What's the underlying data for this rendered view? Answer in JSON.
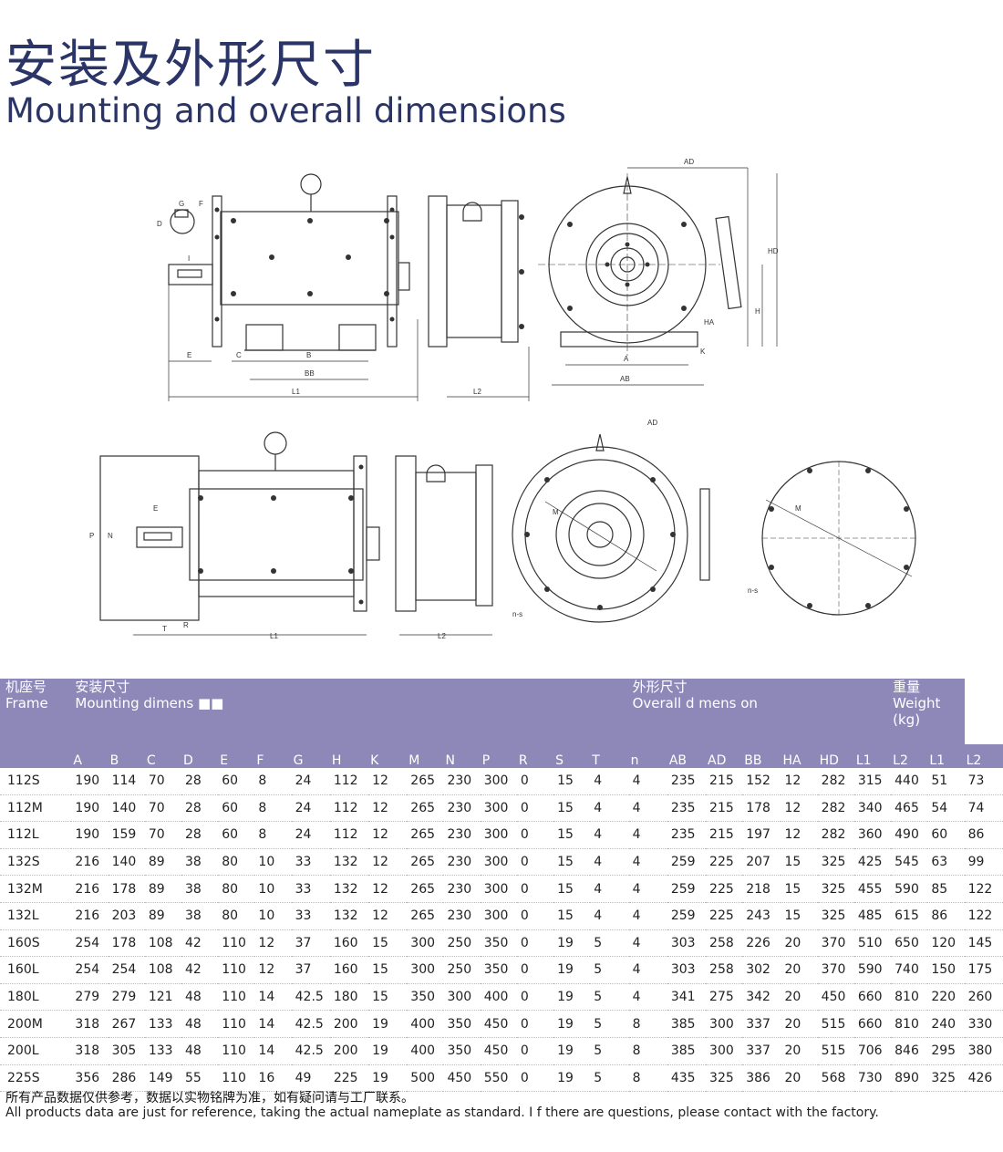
{
  "heading": {
    "zh": "安装及外形尺寸",
    "en": "Mounting and overall dimensions"
  },
  "dimension_labels": {
    "G": "G",
    "F": "F",
    "D": "D",
    "I": "I",
    "E": "E",
    "C": "C",
    "B": "B",
    "BB": "BB",
    "L1": "L1",
    "L2": "L2",
    "AD": "AD",
    "HD": "HD",
    "H": "H",
    "HA": "HA",
    "A": "A",
    "AB": "AB",
    "K": "K",
    "P": "P",
    "N": "N",
    "T": "T",
    "R": "R",
    "M": "M",
    "ns": "n-s"
  },
  "table": {
    "groups": {
      "frame_zh": "机座号",
      "frame_en": "Frame",
      "mount_zh": "安装尺寸",
      "mount_en": "Mounting dimens ■■",
      "overall_zh": "外形尺寸",
      "overall_en": "Overall d mens on",
      "weight_zh": "重量",
      "weight_en": "Weight",
      "weight_unit": "(kg)"
    },
    "columns": [
      "A",
      "B",
      "C",
      "D",
      "E",
      "F",
      "G",
      "H",
      "K",
      "M",
      "N",
      "P",
      "R",
      "S",
      "T",
      "n",
      "AB",
      "AD",
      "BB",
      "HA",
      "HD",
      "L1",
      "L2",
      "L1",
      "L2"
    ],
    "rows": [
      {
        "frame": "112S",
        "v": [
          "190",
          "114",
          "70",
          "28",
          "60",
          "8",
          "24",
          "112",
          "12",
          "265",
          "230",
          "300",
          "0",
          "15",
          "4",
          "4",
          "235",
          "215",
          "152",
          "12",
          "282",
          "315",
          "440",
          "51",
          "73"
        ]
      },
      {
        "frame": "112M",
        "v": [
          "190",
          "140",
          "70",
          "28",
          "60",
          "8",
          "24",
          "112",
          "12",
          "265",
          "230",
          "300",
          "0",
          "15",
          "4",
          "4",
          "235",
          "215",
          "178",
          "12",
          "282",
          "340",
          "465",
          "54",
          "74"
        ]
      },
      {
        "frame": "112L",
        "v": [
          "190",
          "159",
          "70",
          "28",
          "60",
          "8",
          "24",
          "112",
          "12",
          "265",
          "230",
          "300",
          "0",
          "15",
          "4",
          "4",
          "235",
          "215",
          "197",
          "12",
          "282",
          "360",
          "490",
          "60",
          "86"
        ]
      },
      {
        "frame": "132S",
        "v": [
          "216",
          "140",
          "89",
          "38",
          "80",
          "10",
          "33",
          "132",
          "12",
          "265",
          "230",
          "300",
          "0",
          "15",
          "4",
          "4",
          "259",
          "225",
          "207",
          "15",
          "325",
          "425",
          "545",
          "63",
          "99"
        ]
      },
      {
        "frame": "132M",
        "v": [
          "216",
          "178",
          "89",
          "38",
          "80",
          "10",
          "33",
          "132",
          "12",
          "265",
          "230",
          "300",
          "0",
          "15",
          "4",
          "4",
          "259",
          "225",
          "218",
          "15",
          "325",
          "455",
          "590",
          "85",
          "122"
        ]
      },
      {
        "frame": "132L",
        "v": [
          "216",
          "203",
          "89",
          "38",
          "80",
          "10",
          "33",
          "132",
          "12",
          "265",
          "230",
          "300",
          "0",
          "15",
          "4",
          "4",
          "259",
          "225",
          "243",
          "15",
          "325",
          "485",
          "615",
          "86",
          "122"
        ]
      },
      {
        "frame": "160S",
        "v": [
          "254",
          "178",
          "108",
          "42",
          "110",
          "12",
          "37",
          "160",
          "15",
          "300",
          "250",
          "350",
          "0",
          "19",
          "5",
          "4",
          "303",
          "258",
          "226",
          "20",
          "370",
          "510",
          "650",
          "120",
          "145"
        ]
      },
      {
        "frame": "160L",
        "v": [
          "254",
          "254",
          "108",
          "42",
          "110",
          "12",
          "37",
          "160",
          "15",
          "300",
          "250",
          "350",
          "0",
          "19",
          "5",
          "4",
          "303",
          "258",
          "302",
          "20",
          "370",
          "590",
          "740",
          "150",
          "175"
        ]
      },
      {
        "frame": "180L",
        "v": [
          "279",
          "279",
          "121",
          "48",
          "110",
          "14",
          "42.5",
          "180",
          "15",
          "350",
          "300",
          "400",
          "0",
          "19",
          "5",
          "4",
          "341",
          "275",
          "342",
          "20",
          "450",
          "660",
          "810",
          "220",
          "260"
        ]
      },
      {
        "frame": "200M",
        "v": [
          "318",
          "267",
          "133",
          "48",
          "110",
          "14",
          "42.5",
          "200",
          "19",
          "400",
          "350",
          "450",
          "0",
          "19",
          "5",
          "8",
          "385",
          "300",
          "337",
          "20",
          "515",
          "660",
          "810",
          "240",
          "330"
        ]
      },
      {
        "frame": "200L",
        "v": [
          "318",
          "305",
          "133",
          "48",
          "110",
          "14",
          "42.5",
          "200",
          "19",
          "400",
          "350",
          "450",
          "0",
          "19",
          "5",
          "8",
          "385",
          "300",
          "337",
          "20",
          "515",
          "706",
          "846",
          "295",
          "380"
        ]
      },
      {
        "frame": "225S",
        "v": [
          "356",
          "286",
          "149",
          "55",
          "110",
          "16",
          "49",
          "225",
          "19",
          "500",
          "450",
          "550",
          "0",
          "19",
          "5",
          "8",
          "435",
          "325",
          "386",
          "20",
          "568",
          "730",
          "890",
          "325",
          "426"
        ]
      }
    ]
  },
  "footnote": {
    "zh": "所有产品数据仅供参考，数据以实物铭牌为准，如有疑问请与工厂联系。",
    "en": "All products data are just for reference, taking the actual nameplate as standard. I f there are questions, please contact with the factory."
  }
}
